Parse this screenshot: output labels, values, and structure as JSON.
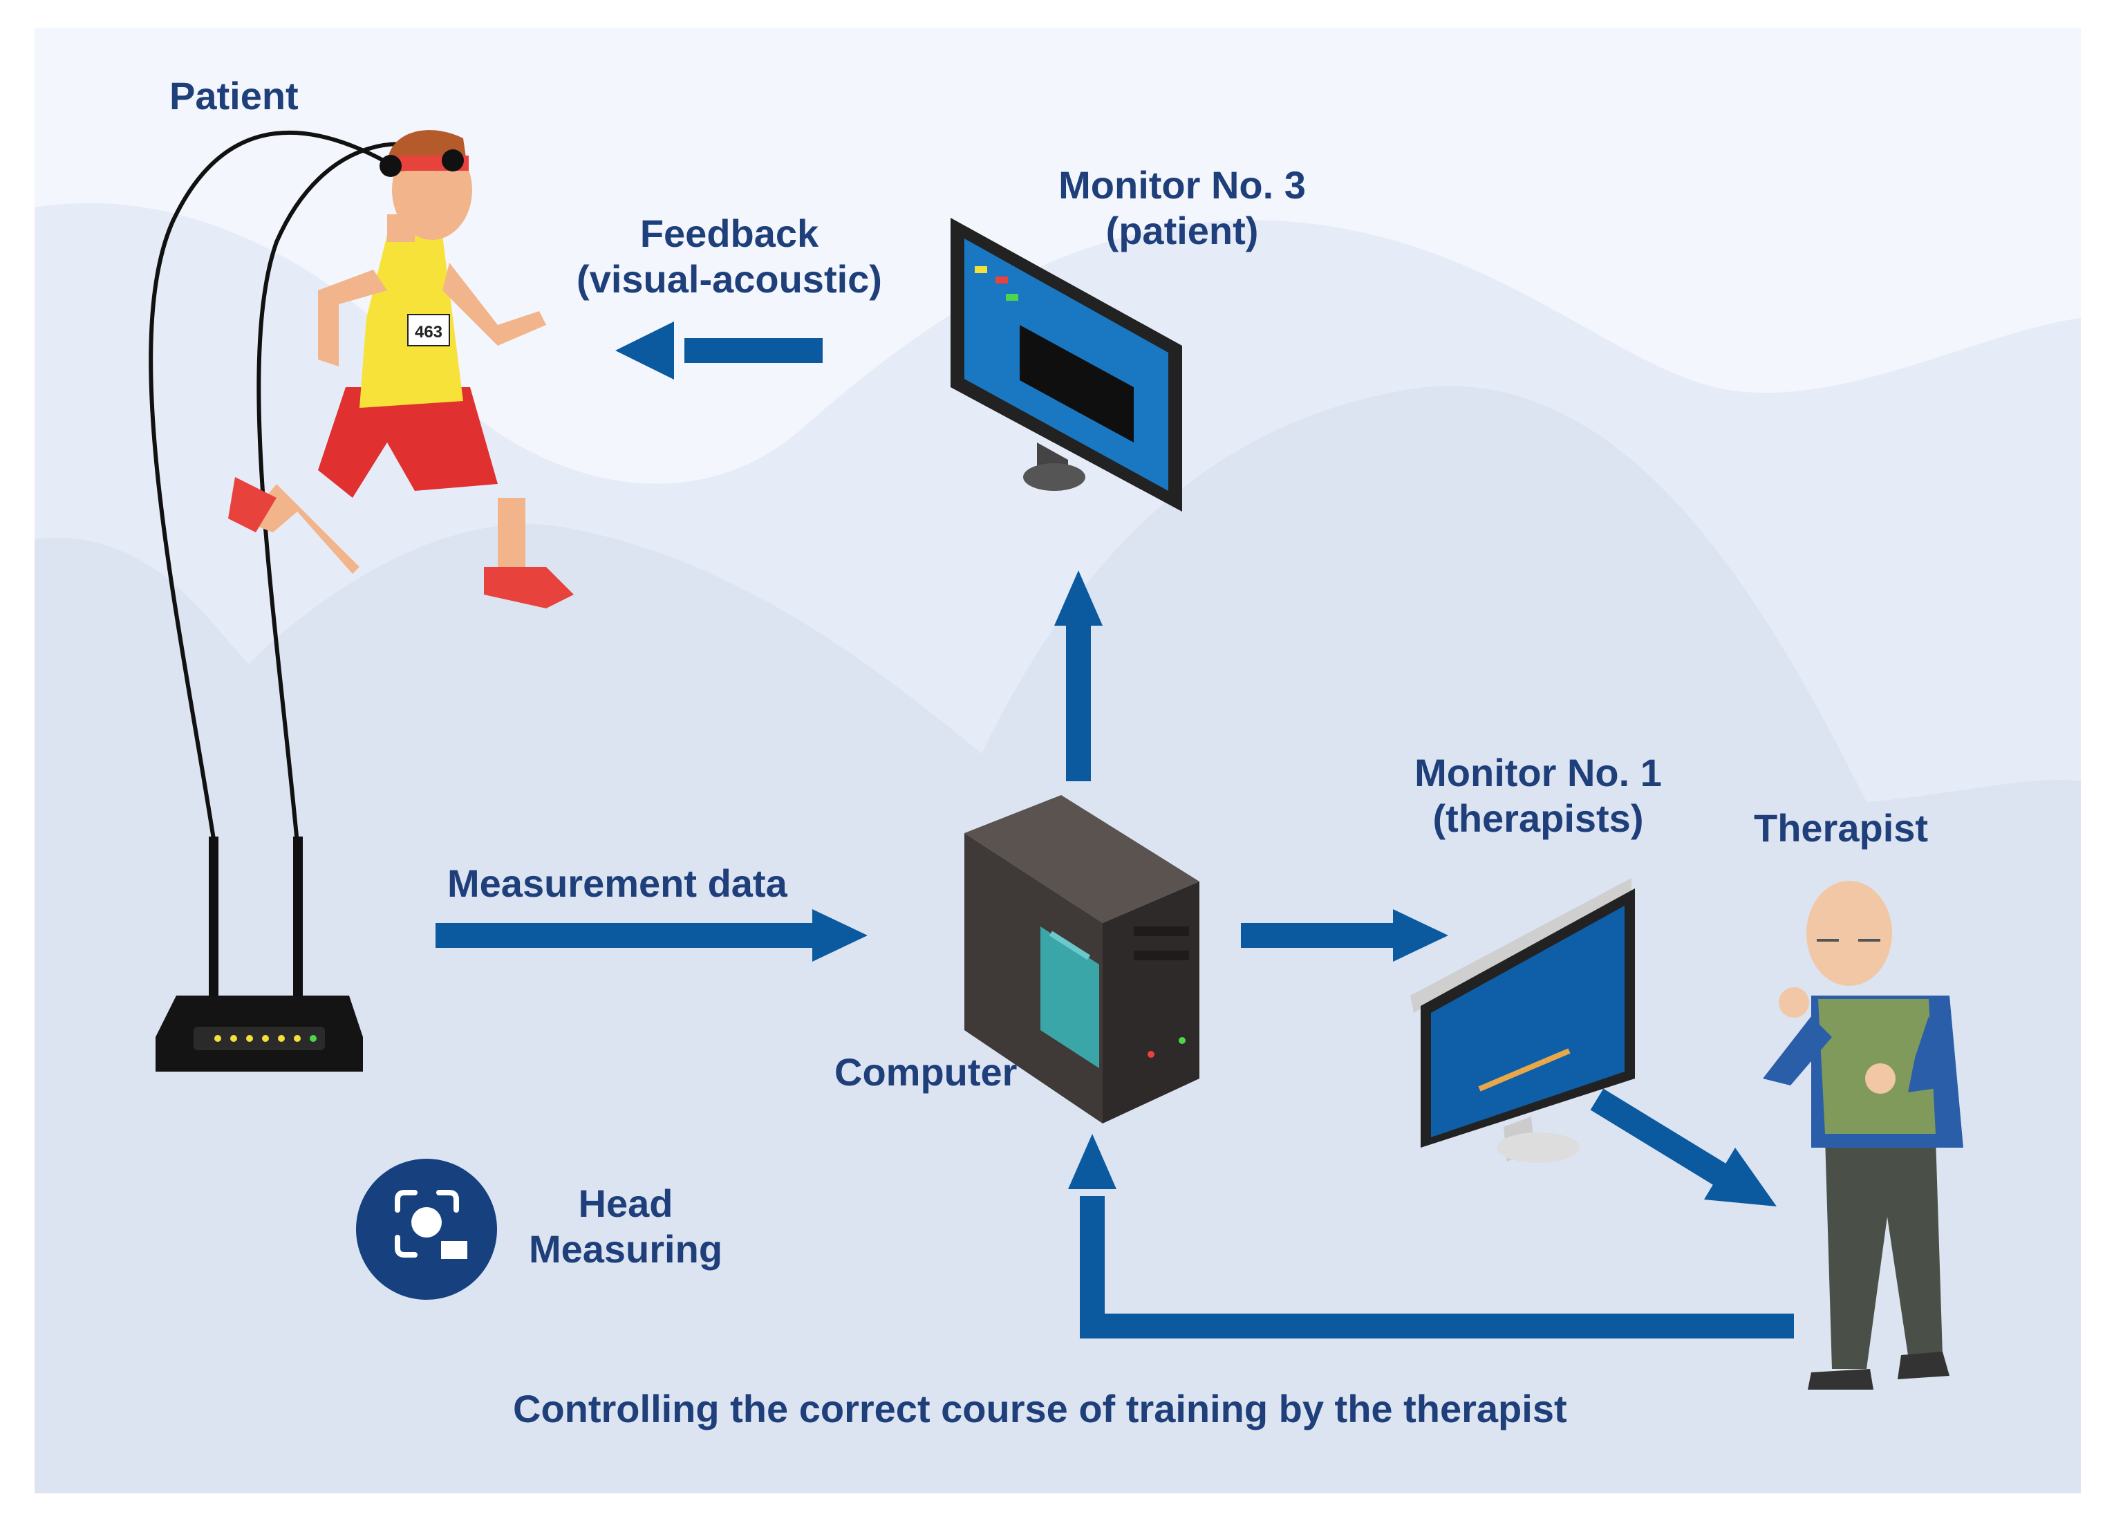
{
  "labels": {
    "patient": "Patient",
    "feedback_line1": "Feedback",
    "feedback_line2": "(visual-acoustic)",
    "monitor3_line1": "Monitor No. 3",
    "monitor3_line2": "(patient)",
    "measurement": "Measurement data",
    "computer": "Computer",
    "monitor1_line1": "Monitor No. 1",
    "monitor1_line2": "(therapists)",
    "therapist": "Therapist",
    "head_line1": "Head",
    "head_line2": "Measuring",
    "control": "Controlling the correct course of training by the therapist",
    "bib_number": "463"
  },
  "colors": {
    "text": "#1f3f7a",
    "arrow": "#0b5aa0",
    "background_light": "#eef2fa",
    "background_hill": "#e2e8f5",
    "icon_circle": "#16407e"
  },
  "icons": [
    "runner-figure",
    "wifi-router-icon",
    "desktop-monitor-icon",
    "pc-tower-icon",
    "elderly-man-figure",
    "head-measuring-icon"
  ]
}
